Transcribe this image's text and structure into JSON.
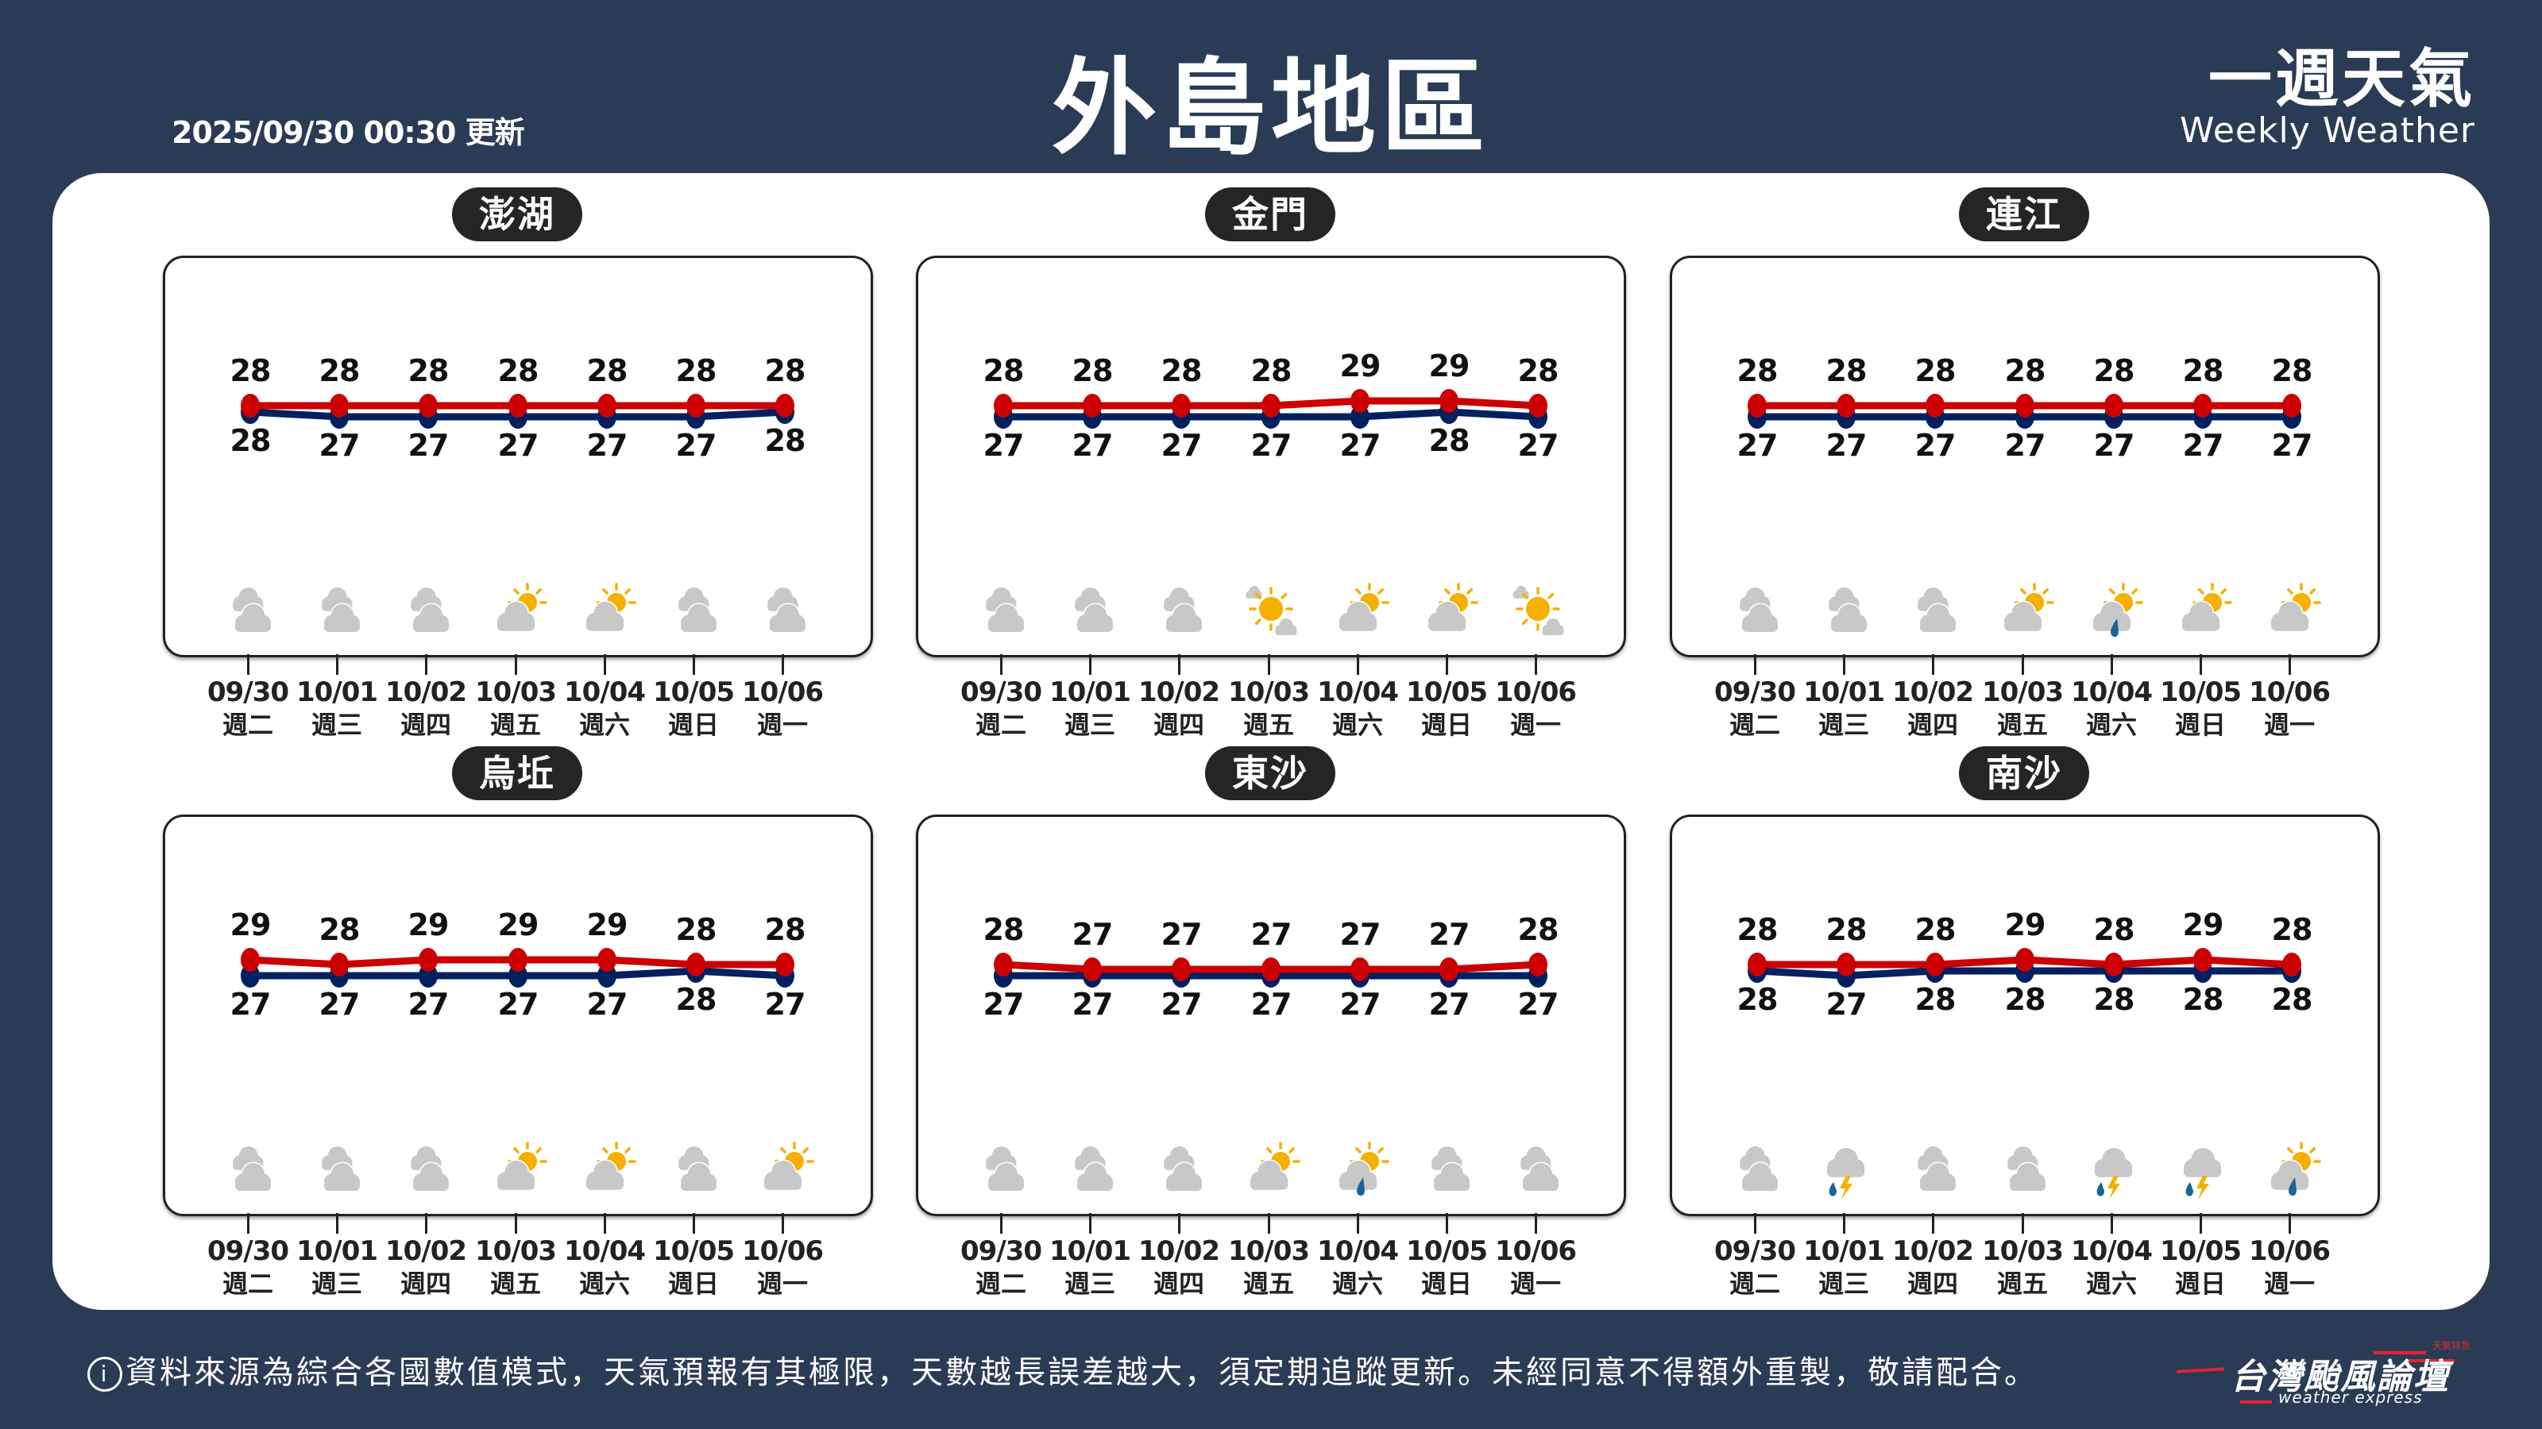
{
  "header": {
    "update_time": "2025/09/30 00:30 更新",
    "title": "外島地區",
    "brand_zh": "一週天氣",
    "brand_en": "Weekly Weather"
  },
  "colors": {
    "background": "#293b55",
    "high_line": "#cc0000",
    "low_line": "#002060",
    "cloud": "#c8c8c8",
    "sun": "#f5b000",
    "rain": "#1a6496",
    "pill": "#252525"
  },
  "dates": [
    "09/30",
    "10/01",
    "10/02",
    "10/03",
    "10/04",
    "10/05",
    "10/06"
  ],
  "weekdays": [
    "週二",
    "週三",
    "週四",
    "週五",
    "週六",
    "週日",
    "週一"
  ],
  "regions": [
    {
      "name": "澎湖",
      "high": [
        28,
        28,
        28,
        28,
        28,
        28,
        28
      ],
      "low": [
        28,
        27,
        27,
        27,
        27,
        27,
        28
      ],
      "icons": [
        "cloudy",
        "cloudy",
        "cloudy",
        "partly-cloudy",
        "partly-cloudy",
        "cloudy",
        "cloudy"
      ]
    },
    {
      "name": "金門",
      "high": [
        28,
        28,
        28,
        28,
        29,
        29,
        28
      ],
      "low": [
        27,
        27,
        27,
        27,
        27,
        28,
        27
      ],
      "icons": [
        "cloudy",
        "cloudy",
        "cloudy",
        "sunny-cloud",
        "partly-cloudy",
        "partly-cloudy",
        "sunny-cloud"
      ]
    },
    {
      "name": "連江",
      "high": [
        28,
        28,
        28,
        28,
        28,
        28,
        28
      ],
      "low": [
        27,
        27,
        27,
        27,
        27,
        27,
        27
      ],
      "icons": [
        "cloudy",
        "cloudy",
        "cloudy",
        "partly-cloudy",
        "partly-cloudy-rain",
        "partly-cloudy",
        "partly-cloudy"
      ]
    },
    {
      "name": "烏坵",
      "high": [
        29,
        28,
        29,
        29,
        29,
        28,
        28
      ],
      "low": [
        27,
        27,
        27,
        27,
        27,
        28,
        27
      ],
      "icons": [
        "cloudy",
        "cloudy",
        "cloudy",
        "partly-cloudy",
        "partly-cloudy",
        "cloudy",
        "partly-cloudy"
      ]
    },
    {
      "name": "東沙",
      "high": [
        28,
        27,
        27,
        27,
        27,
        27,
        28
      ],
      "low": [
        27,
        27,
        27,
        27,
        27,
        27,
        27
      ],
      "icons": [
        "cloudy",
        "cloudy",
        "cloudy",
        "partly-cloudy",
        "partly-cloudy-rain",
        "cloudy",
        "cloudy"
      ]
    },
    {
      "name": "南沙",
      "high": [
        28,
        28,
        28,
        29,
        28,
        29,
        28
      ],
      "low": [
        28,
        27,
        28,
        28,
        28,
        28,
        28
      ],
      "icons": [
        "cloudy",
        "thunderstorm",
        "cloudy",
        "cloudy",
        "thunderstorm",
        "thunderstorm",
        "partly-cloudy-rain"
      ]
    }
  ],
  "footer": {
    "info_icon": "ⓘ",
    "note": "資料來源為綜合各國數值模式，天氣預報有其極限，天數越長誤差越大，須定期追蹤更新。未經同意不得額外重製，敬請配合。",
    "logo_zh": "台灣颱風論壇",
    "logo_en": "weather express",
    "logo_small": "天氣特急"
  },
  "chart_data": [
    {
      "type": "line",
      "title": "澎湖",
      "categories": [
        "09/30 週二",
        "10/01 週三",
        "10/02 週四",
        "10/03 週五",
        "10/04 週六",
        "10/05 週日",
        "10/06 週一"
      ],
      "series": [
        {
          "name": "High",
          "color": "#cc0000",
          "values": [
            28,
            28,
            28,
            28,
            28,
            28,
            28
          ]
        },
        {
          "name": "Low",
          "color": "#002060",
          "values": [
            28,
            27,
            27,
            27,
            27,
            27,
            28
          ]
        }
      ],
      "weather": [
        "cloudy",
        "cloudy",
        "cloudy",
        "partly-cloudy",
        "partly-cloudy",
        "cloudy",
        "cloudy"
      ]
    },
    {
      "type": "line",
      "title": "金門",
      "categories": [
        "09/30 週二",
        "10/01 週三",
        "10/02 週四",
        "10/03 週五",
        "10/04 週六",
        "10/05 週日",
        "10/06 週一"
      ],
      "series": [
        {
          "name": "High",
          "color": "#cc0000",
          "values": [
            28,
            28,
            28,
            28,
            29,
            29,
            28
          ]
        },
        {
          "name": "Low",
          "color": "#002060",
          "values": [
            27,
            27,
            27,
            27,
            27,
            28,
            27
          ]
        }
      ],
      "weather": [
        "cloudy",
        "cloudy",
        "cloudy",
        "sunny-cloud",
        "partly-cloudy",
        "partly-cloudy",
        "sunny-cloud"
      ]
    },
    {
      "type": "line",
      "title": "連江",
      "categories": [
        "09/30 週二",
        "10/01 週三",
        "10/02 週四",
        "10/03 週五",
        "10/04 週六",
        "10/05 週日",
        "10/06 週一"
      ],
      "series": [
        {
          "name": "High",
          "color": "#cc0000",
          "values": [
            28,
            28,
            28,
            28,
            28,
            28,
            28
          ]
        },
        {
          "name": "Low",
          "color": "#002060",
          "values": [
            27,
            27,
            27,
            27,
            27,
            27,
            27
          ]
        }
      ],
      "weather": [
        "cloudy",
        "cloudy",
        "cloudy",
        "partly-cloudy",
        "partly-cloudy-rain",
        "partly-cloudy",
        "partly-cloudy"
      ]
    },
    {
      "type": "line",
      "title": "烏坵",
      "categories": [
        "09/30 週二",
        "10/01 週三",
        "10/02 週四",
        "10/03 週五",
        "10/04 週六",
        "10/05 週日",
        "10/06 週一"
      ],
      "series": [
        {
          "name": "High",
          "color": "#cc0000",
          "values": [
            29,
            28,
            29,
            29,
            29,
            28,
            28
          ]
        },
        {
          "name": "Low",
          "color": "#002060",
          "values": [
            27,
            27,
            27,
            27,
            27,
            28,
            27
          ]
        }
      ],
      "weather": [
        "cloudy",
        "cloudy",
        "cloudy",
        "partly-cloudy",
        "partly-cloudy",
        "cloudy",
        "partly-cloudy"
      ]
    },
    {
      "type": "line",
      "title": "東沙",
      "categories": [
        "09/30 週二",
        "10/01 週三",
        "10/02 週四",
        "10/03 週五",
        "10/04 週六",
        "10/05 週日",
        "10/06 週一"
      ],
      "series": [
        {
          "name": "High",
          "color": "#cc0000",
          "values": [
            28,
            27,
            27,
            27,
            27,
            27,
            28
          ]
        },
        {
          "name": "Low",
          "color": "#002060",
          "values": [
            27,
            27,
            27,
            27,
            27,
            27,
            27
          ]
        }
      ],
      "weather": [
        "cloudy",
        "cloudy",
        "cloudy",
        "partly-cloudy",
        "partly-cloudy-rain",
        "cloudy",
        "cloudy"
      ]
    },
    {
      "type": "line",
      "title": "南沙",
      "categories": [
        "09/30 週二",
        "10/01 週三",
        "10/02 週四",
        "10/03 週五",
        "10/04 週六",
        "10/05 週日",
        "10/06 週一"
      ],
      "series": [
        {
          "name": "High",
          "color": "#cc0000",
          "values": [
            28,
            28,
            28,
            29,
            28,
            29,
            28
          ]
        },
        {
          "name": "Low",
          "color": "#002060",
          "values": [
            28,
            27,
            28,
            28,
            28,
            28,
            28
          ]
        }
      ],
      "weather": [
        "cloudy",
        "thunderstorm",
        "cloudy",
        "cloudy",
        "thunderstorm",
        "thunderstorm",
        "partly-cloudy-rain"
      ]
    }
  ]
}
